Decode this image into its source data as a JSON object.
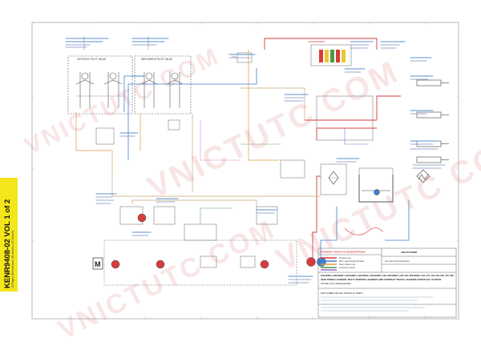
{
  "document": {
    "side_tab": {
      "title": "KENR9408-02 VOL 1 of 2",
      "subtitle": "18 Pages  (Dimensions: 36 inches x 24 inches)"
    },
    "watermark": "VNICTUTC COM",
    "panels": {
      "joystick": "JOYSTICK PILOT VALVE",
      "implement": "IMPLEMENT PILOT VALVE"
    },
    "motor_symbol": "M",
    "title_block": {
      "legend_heading": "SCHEMATIC GROUP COLOR DESCRIPTIONS",
      "legend_heading_right": "LINE PATTERNS",
      "legend_items": [
        "Pressure Line",
        "Pilot / Load Sensing Pressure",
        "Drain / Return Line",
        "Component Group"
      ],
      "note": "Use Color Code Descriptions",
      "main_title": "216B SERIES 3, 226B SERIES 3, 232B SERIES 2, 236B SERIES 3, 242B SERIES 3, 246C, 252B SERIES 3, 256C, 262C, 268B SERIES 3, 272C, 277C, 279C, 287C, 289C, 297C, 299C",
      "subtitle": "SKID STEER LOADERS, MULTI TERRAIN LOADERS AND COMPACT TRACK LOADERS HYDRAULIC SYSTEM",
      "volume": "VOLUME 1 OF 2, BASE MACHINES",
      "part_number": "PART NUMBER: 298-1234, CHANGE: 02, SHEET 1"
    }
  }
}
